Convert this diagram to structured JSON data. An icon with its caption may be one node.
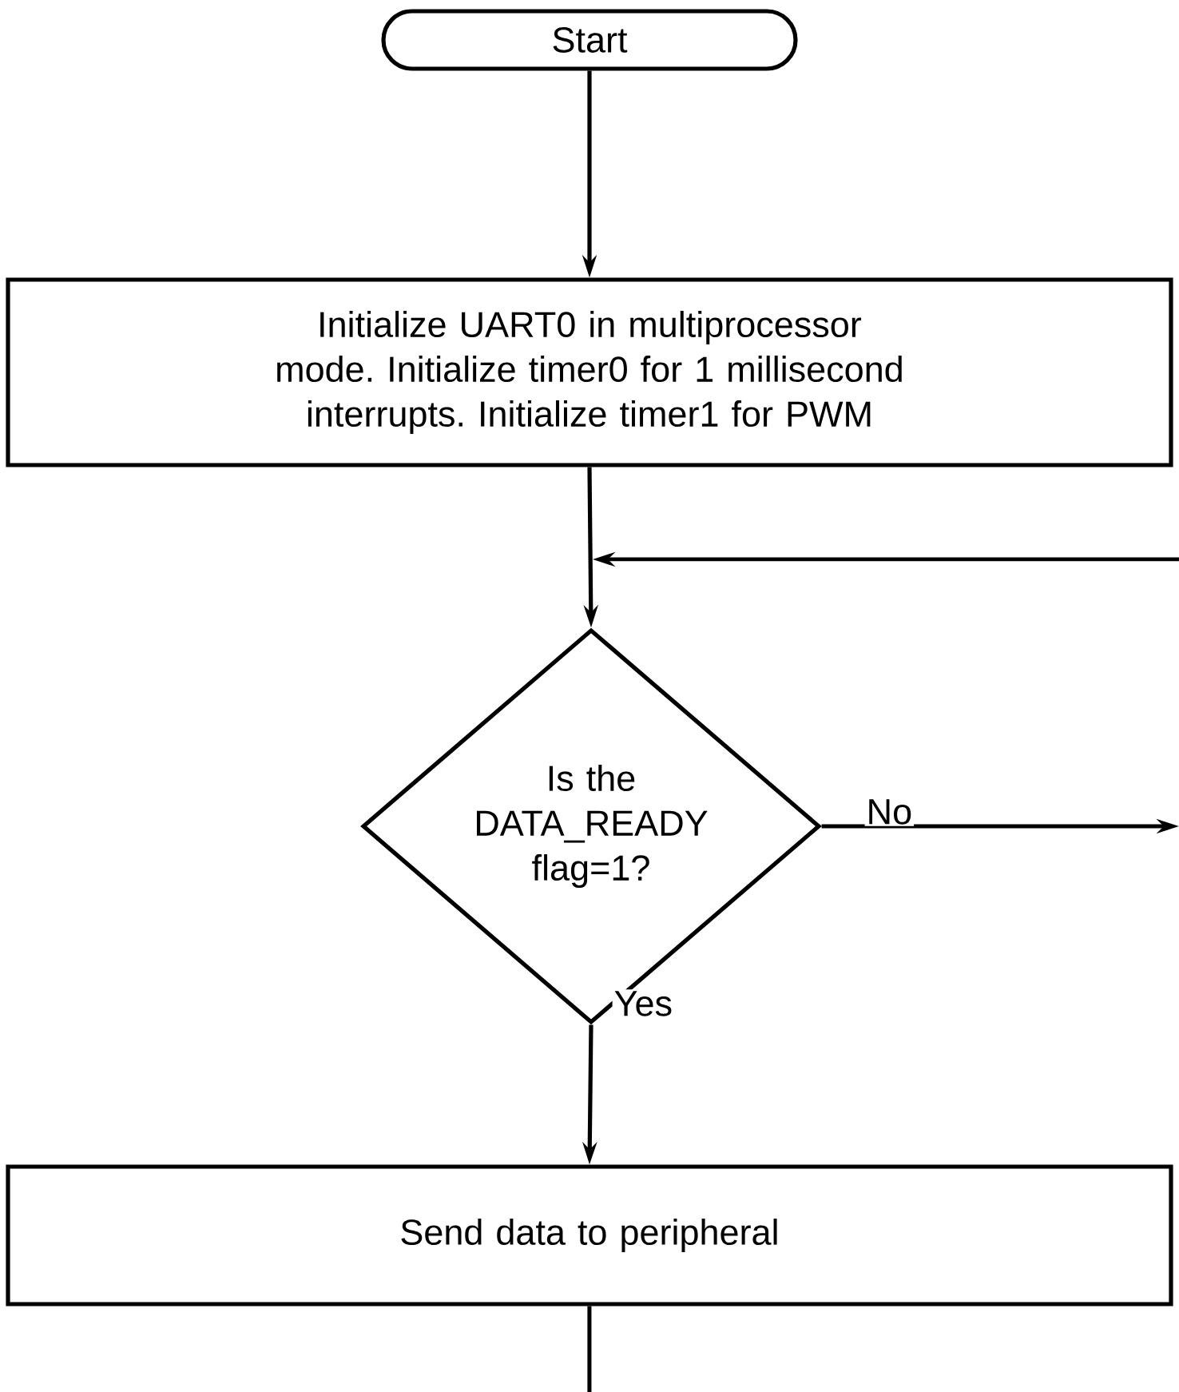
{
  "diagram": {
    "nodes": [
      {
        "text": [
          "Start"
        ]
      },
      {
        "text": [
          "Initialize UART0 in multiprocessor mode. Initialize timer0 for 1 millisecond interrupts. Initialize timer1 for PWM"
        ]
      },
      {
        "text": [
          "Is the DATA_READY flag=1?"
        ]
      },
      {
        "text": [
          "Send data to peripheral"
        ]
      }
    ],
    "edges": [
      {
        "from": 0,
        "to": 1,
        "arrow": "to"
      },
      {
        "from": 1,
        "to": 2,
        "arrow": "to"
      },
      {
        "from": null,
        "to": 2,
        "arrow": "to"
      },
      {
        "from": 2,
        "to": null,
        "arrow": "to",
        "label": "No"
      },
      {
        "from": 2,
        "to": 3,
        "arrow": "to",
        "label": "Yes"
      },
      {
        "from": 3,
        "to": null,
        "arrow": "none"
      }
    ]
  }
}
